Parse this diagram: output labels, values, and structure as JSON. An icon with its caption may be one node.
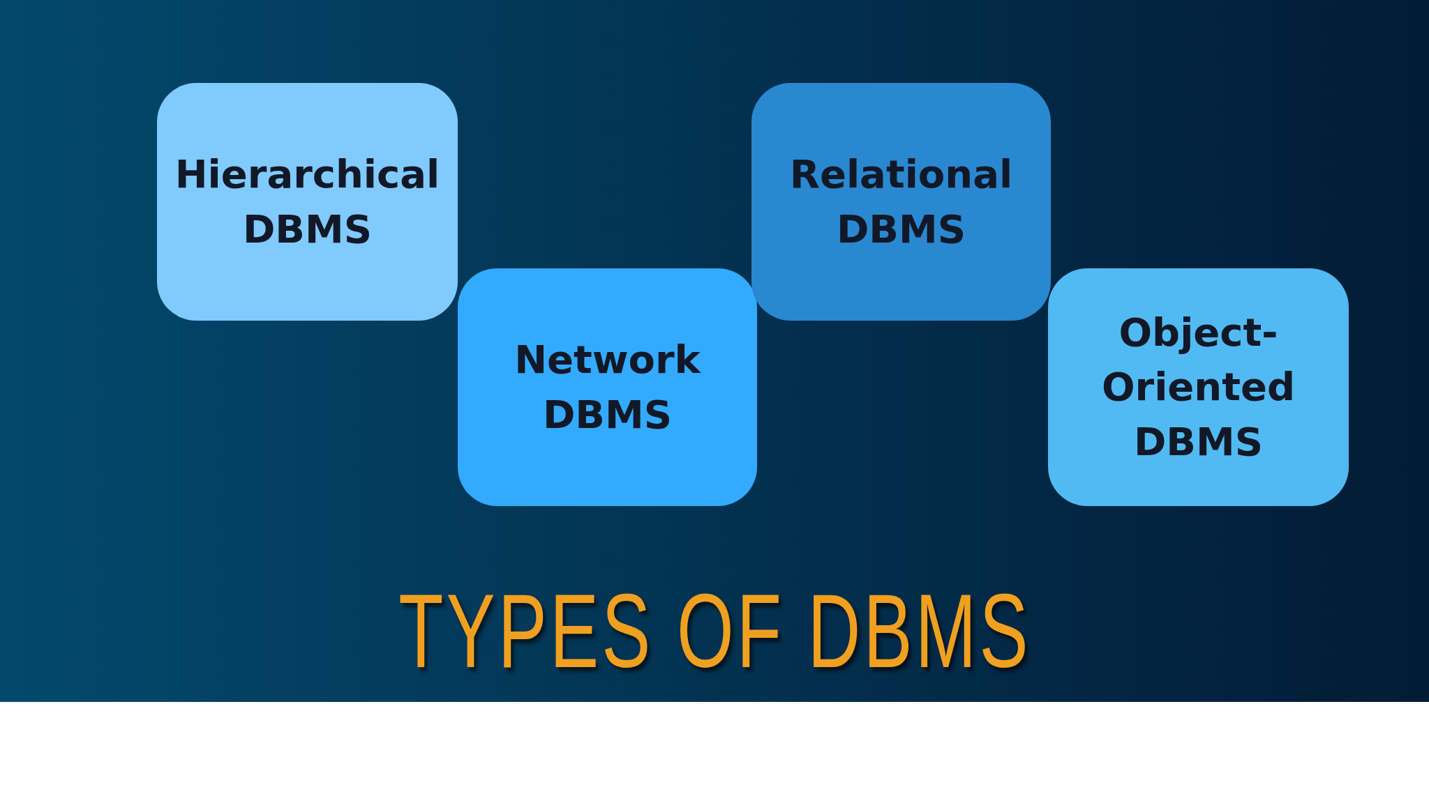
{
  "diagram": {
    "title": "TYPES OF DBMS",
    "nodes": [
      {
        "text": [
          "Hierarchical DBMS"
        ]
      },
      {
        "text": [
          "Network DBMS"
        ]
      },
      {
        "text": [
          "Relational DBMS"
        ]
      },
      {
        "text": [
          "Object-Oriented DBMS"
        ]
      }
    ]
  }
}
